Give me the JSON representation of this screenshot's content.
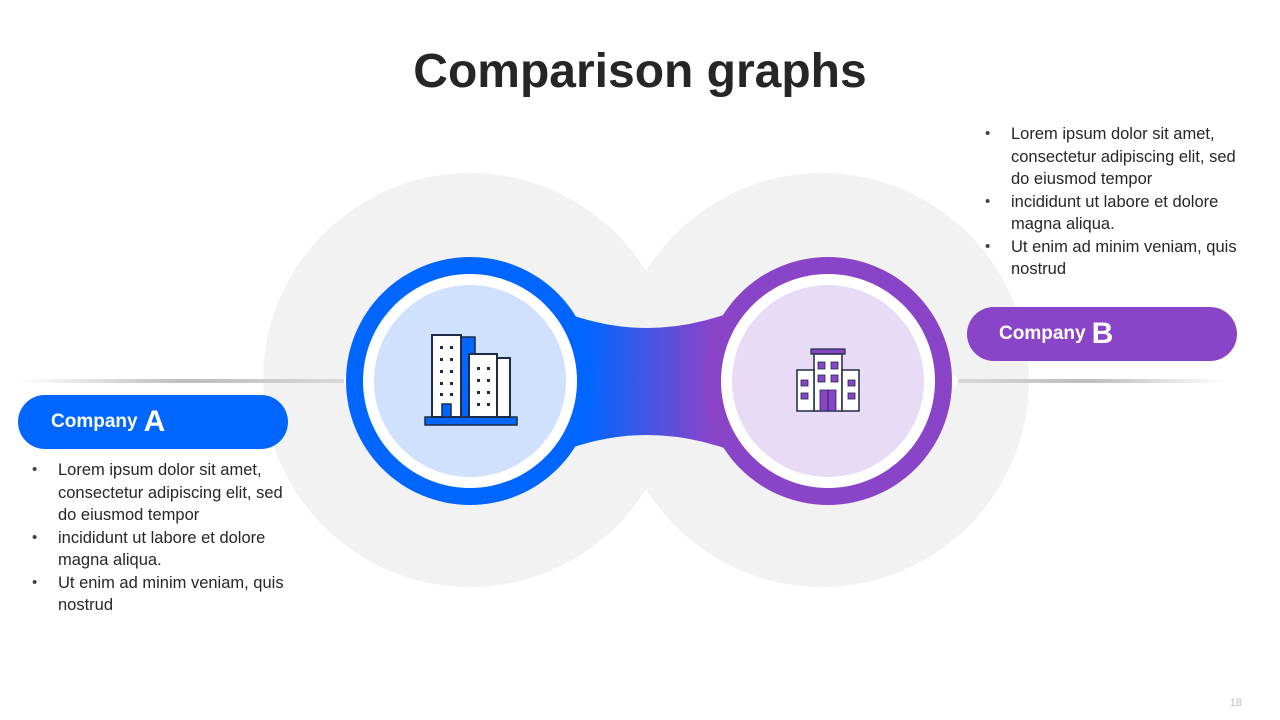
{
  "slide": {
    "title": "Comparison graphs",
    "page_number": "18"
  },
  "company_a": {
    "label": "Company",
    "letter": "A",
    "color": "#0066ff",
    "icon": "office-buildings-icon",
    "bullets": [
      "Lorem ipsum dolor sit amet, consectetur adipiscing elit, sed do eiusmod tempor",
      "incididunt ut labore et dolore magna aliqua.",
      "Ut enim ad minim veniam, quis nostrud"
    ]
  },
  "company_b": {
    "label": "Company",
    "letter": "B",
    "color": "#8a44c8",
    "icon": "office-building-icon",
    "bullets": [
      "Lorem ipsum dolor sit amet, consectetur adipiscing elit, sed do eiusmod tempor",
      "incididunt ut labore et dolore magna aliqua.",
      "Ut enim ad minim veniam, quis nostrud"
    ]
  }
}
